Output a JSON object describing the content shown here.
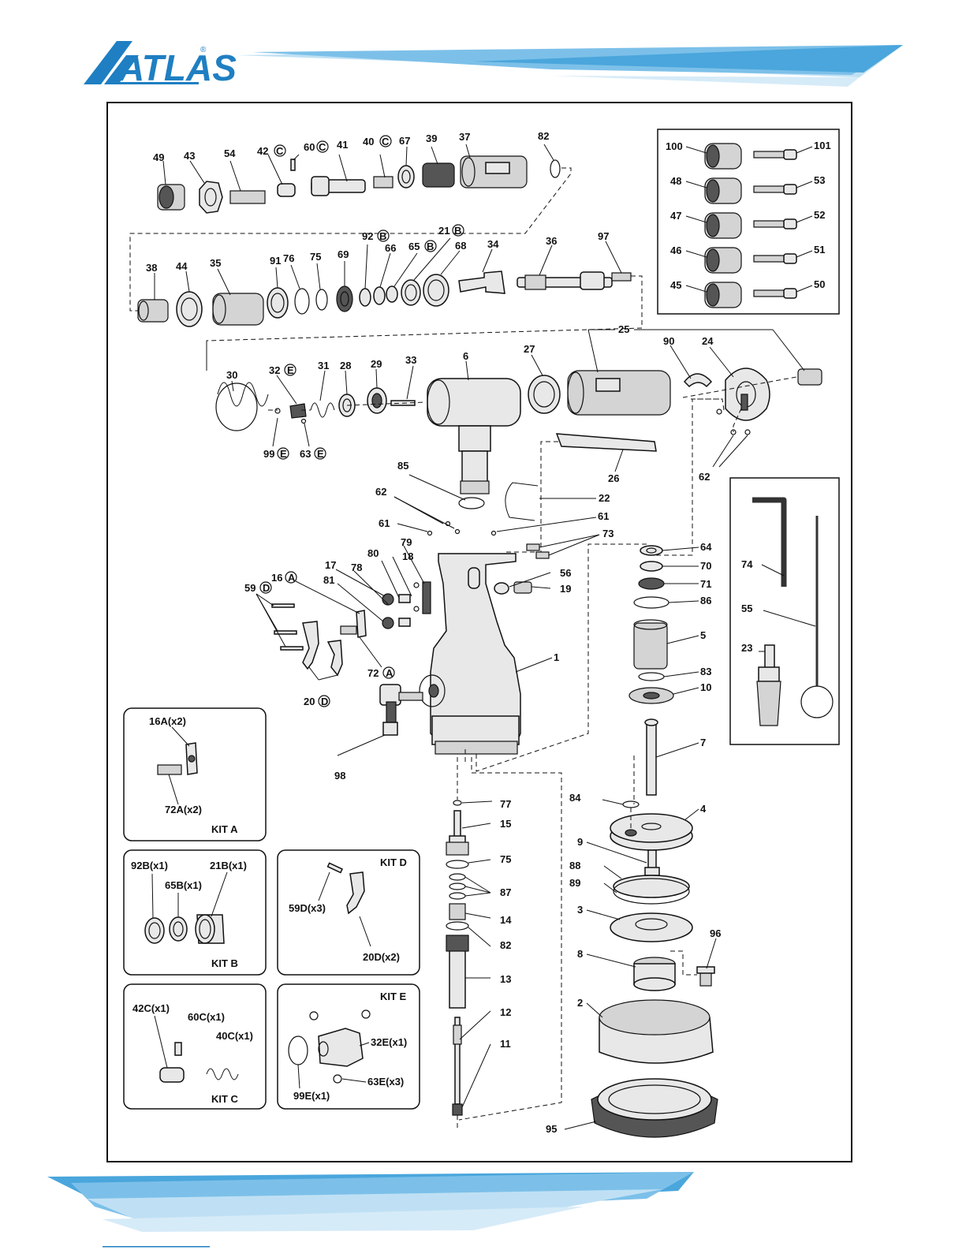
{
  "brand": {
    "name": "ATLAS",
    "reg": "®",
    "color": "#1f7fc2"
  },
  "accent": {
    "light": "#9fd0ee",
    "mid": "#4aa6dc",
    "dark": "#1f7fc2"
  },
  "labels": {
    "p49": "49",
    "p43": "43",
    "p54": "54",
    "p42": "42",
    "p60": "60",
    "p41": "41",
    "p40": "40",
    "p67": "67",
    "p39": "39",
    "p37": "37",
    "p82a": "82",
    "p38": "38",
    "p44": "44",
    "p35": "35",
    "p91": "91",
    "p76": "76",
    "p75a": "75",
    "p69": "69",
    "p92": "92",
    "p66": "66",
    "p65": "65",
    "p21": "21",
    "p68": "68",
    "p34": "34",
    "p36": "36",
    "p97": "97",
    "p30": "30",
    "p32": "32",
    "p31": "31",
    "p28": "28",
    "p29": "29",
    "p33": "33",
    "p6": "6",
    "p27": "27",
    "p25": "25",
    "p90": "90",
    "p24": "24",
    "p99": "99",
    "p63": "63",
    "p26": "26",
    "p62a": "62",
    "p62b": "62",
    "p85": "85",
    "p22": "22",
    "p61a": "61",
    "p61b": "61",
    "p73": "73",
    "p79": "79",
    "p80": "80",
    "p18": "18",
    "p17": "17",
    "p78": "78",
    "p81": "81",
    "p16": "16",
    "p59": "59",
    "p56": "56",
    "p19": "19",
    "p72": "72",
    "p20": "20",
    "p1": "1",
    "p98": "98",
    "p64": "64",
    "p70": "70",
    "p71": "71",
    "p86": "86",
    "p5": "5",
    "p83": "83",
    "p10": "10",
    "p7": "7",
    "p84": "84",
    "p4": "4",
    "p9": "9",
    "p88": "88",
    "p89": "89",
    "p3": "3",
    "p96": "96",
    "p8": "8",
    "p2": "2",
    "p95": "95",
    "p77": "77",
    "p15": "15",
    "p75b": "75",
    "p87": "87",
    "p14": "14",
    "p82b": "82",
    "p13": "13",
    "p12": "12",
    "p11": "11",
    "p100": "100",
    "p101": "101",
    "p48": "48",
    "p53": "53",
    "p47": "47",
    "p52": "52",
    "p46": "46",
    "p51": "51",
    "p45": "45",
    "p50": "50",
    "p74": "74",
    "p55": "55",
    "p23": "23",
    "circ_a": "A",
    "circ_b": "B",
    "circ_c": "C",
    "circ_d": "D",
    "circ_e": "E"
  },
  "kits": {
    "a": {
      "title": "KIT A",
      "i1": "16A(x2)",
      "i2": "72A(x2)"
    },
    "b": {
      "title": "KIT B",
      "i1": "92B(x1)",
      "i2": "65B(x1)",
      "i3": "21B(x1)"
    },
    "c": {
      "title": "KIT C",
      "i1": "42C(x1)",
      "i2": "60C(x1)",
      "i3": "40C(x1)"
    },
    "d": {
      "title": "KIT D",
      "i1": "59D(x3)",
      "i2": "20D(x2)"
    },
    "e": {
      "title": "KIT E",
      "i1": "32E(x1)",
      "i2": "63E(x3)",
      "i3": "99E(x1)"
    }
  }
}
